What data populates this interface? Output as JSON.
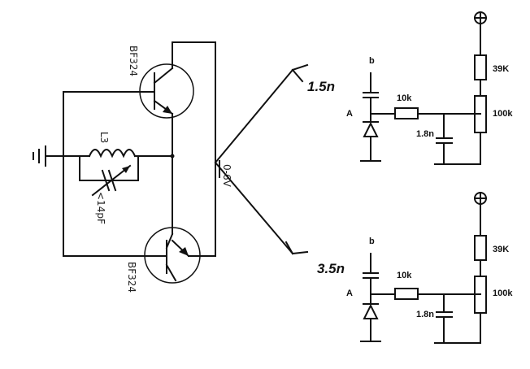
{
  "transistors": {
    "top_label": "BF324",
    "bottom_label": "BF324"
  },
  "tank": {
    "inductor_label": "L3",
    "capacitor_label": "<14pF"
  },
  "supply": {
    "voltage_label": "0-6V"
  },
  "varactor_top": {
    "node_b": "b",
    "node_a": "A",
    "capacitance": "1.5n",
    "resistor_series": "10k",
    "cap_shunt": "1.8n",
    "resistor_top": "39K",
    "potentiometer": "100k"
  },
  "varactor_bottom": {
    "node_b": "b",
    "node_a": "A",
    "capacitance": "3.5n",
    "resistor_series": "10k",
    "cap_shunt": "1.8n",
    "resistor_top": "39K",
    "potentiometer": "100k"
  }
}
